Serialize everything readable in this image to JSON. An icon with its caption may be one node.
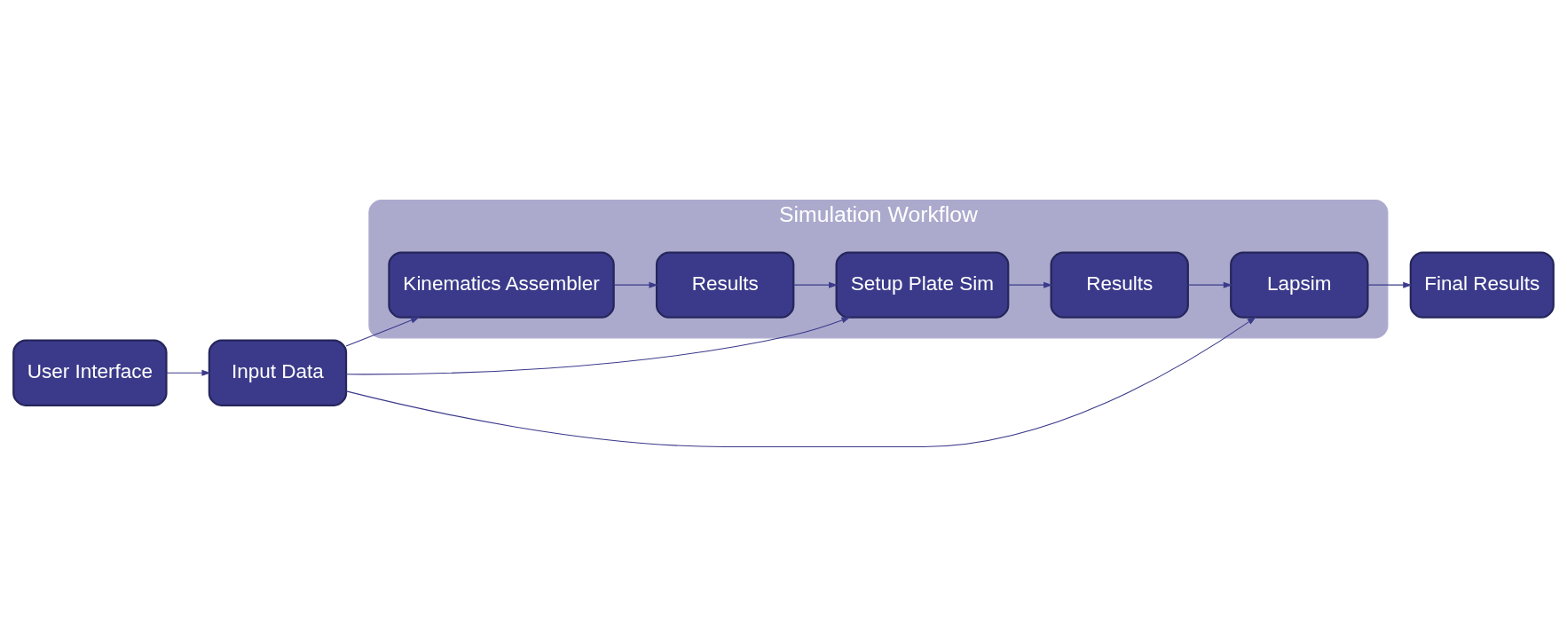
{
  "diagram": {
    "nodes": [
      {
        "text": [
          "User Interface"
        ]
      },
      {
        "text": [
          "Input Data"
        ]
      },
      {
        "text": [
          "Simulation Workflow"
        ]
      },
      {
        "text": [
          "Kinematics Assembler"
        ],
        "in": 2
      },
      {
        "text": [
          "Results"
        ],
        "in": 2
      },
      {
        "text": [
          "Setup Plate Sim"
        ],
        "in": 2
      },
      {
        "text": [
          "Results"
        ],
        "in": 2
      },
      {
        "text": [
          "Lapsim"
        ],
        "in": 2
      },
      {
        "text": [
          "Final Results"
        ]
      }
    ],
    "edges": [
      {
        "from": 0,
        "to": 1,
        "arrow": "to"
      },
      {
        "from": 1,
        "to": 3,
        "arrow": "to"
      },
      {
        "from": 3,
        "to": 4,
        "arrow": "to"
      },
      {
        "from": 4,
        "to": 5,
        "arrow": "to"
      },
      {
        "from": 1,
        "to": 5,
        "arrow": "to"
      },
      {
        "from": 5,
        "to": 6,
        "arrow": "to"
      },
      {
        "from": 6,
        "to": 7,
        "arrow": "to"
      },
      {
        "from": 1,
        "to": 7,
        "arrow": "to"
      },
      {
        "from": 7,
        "to": 8,
        "arrow": "to"
      }
    ]
  }
}
